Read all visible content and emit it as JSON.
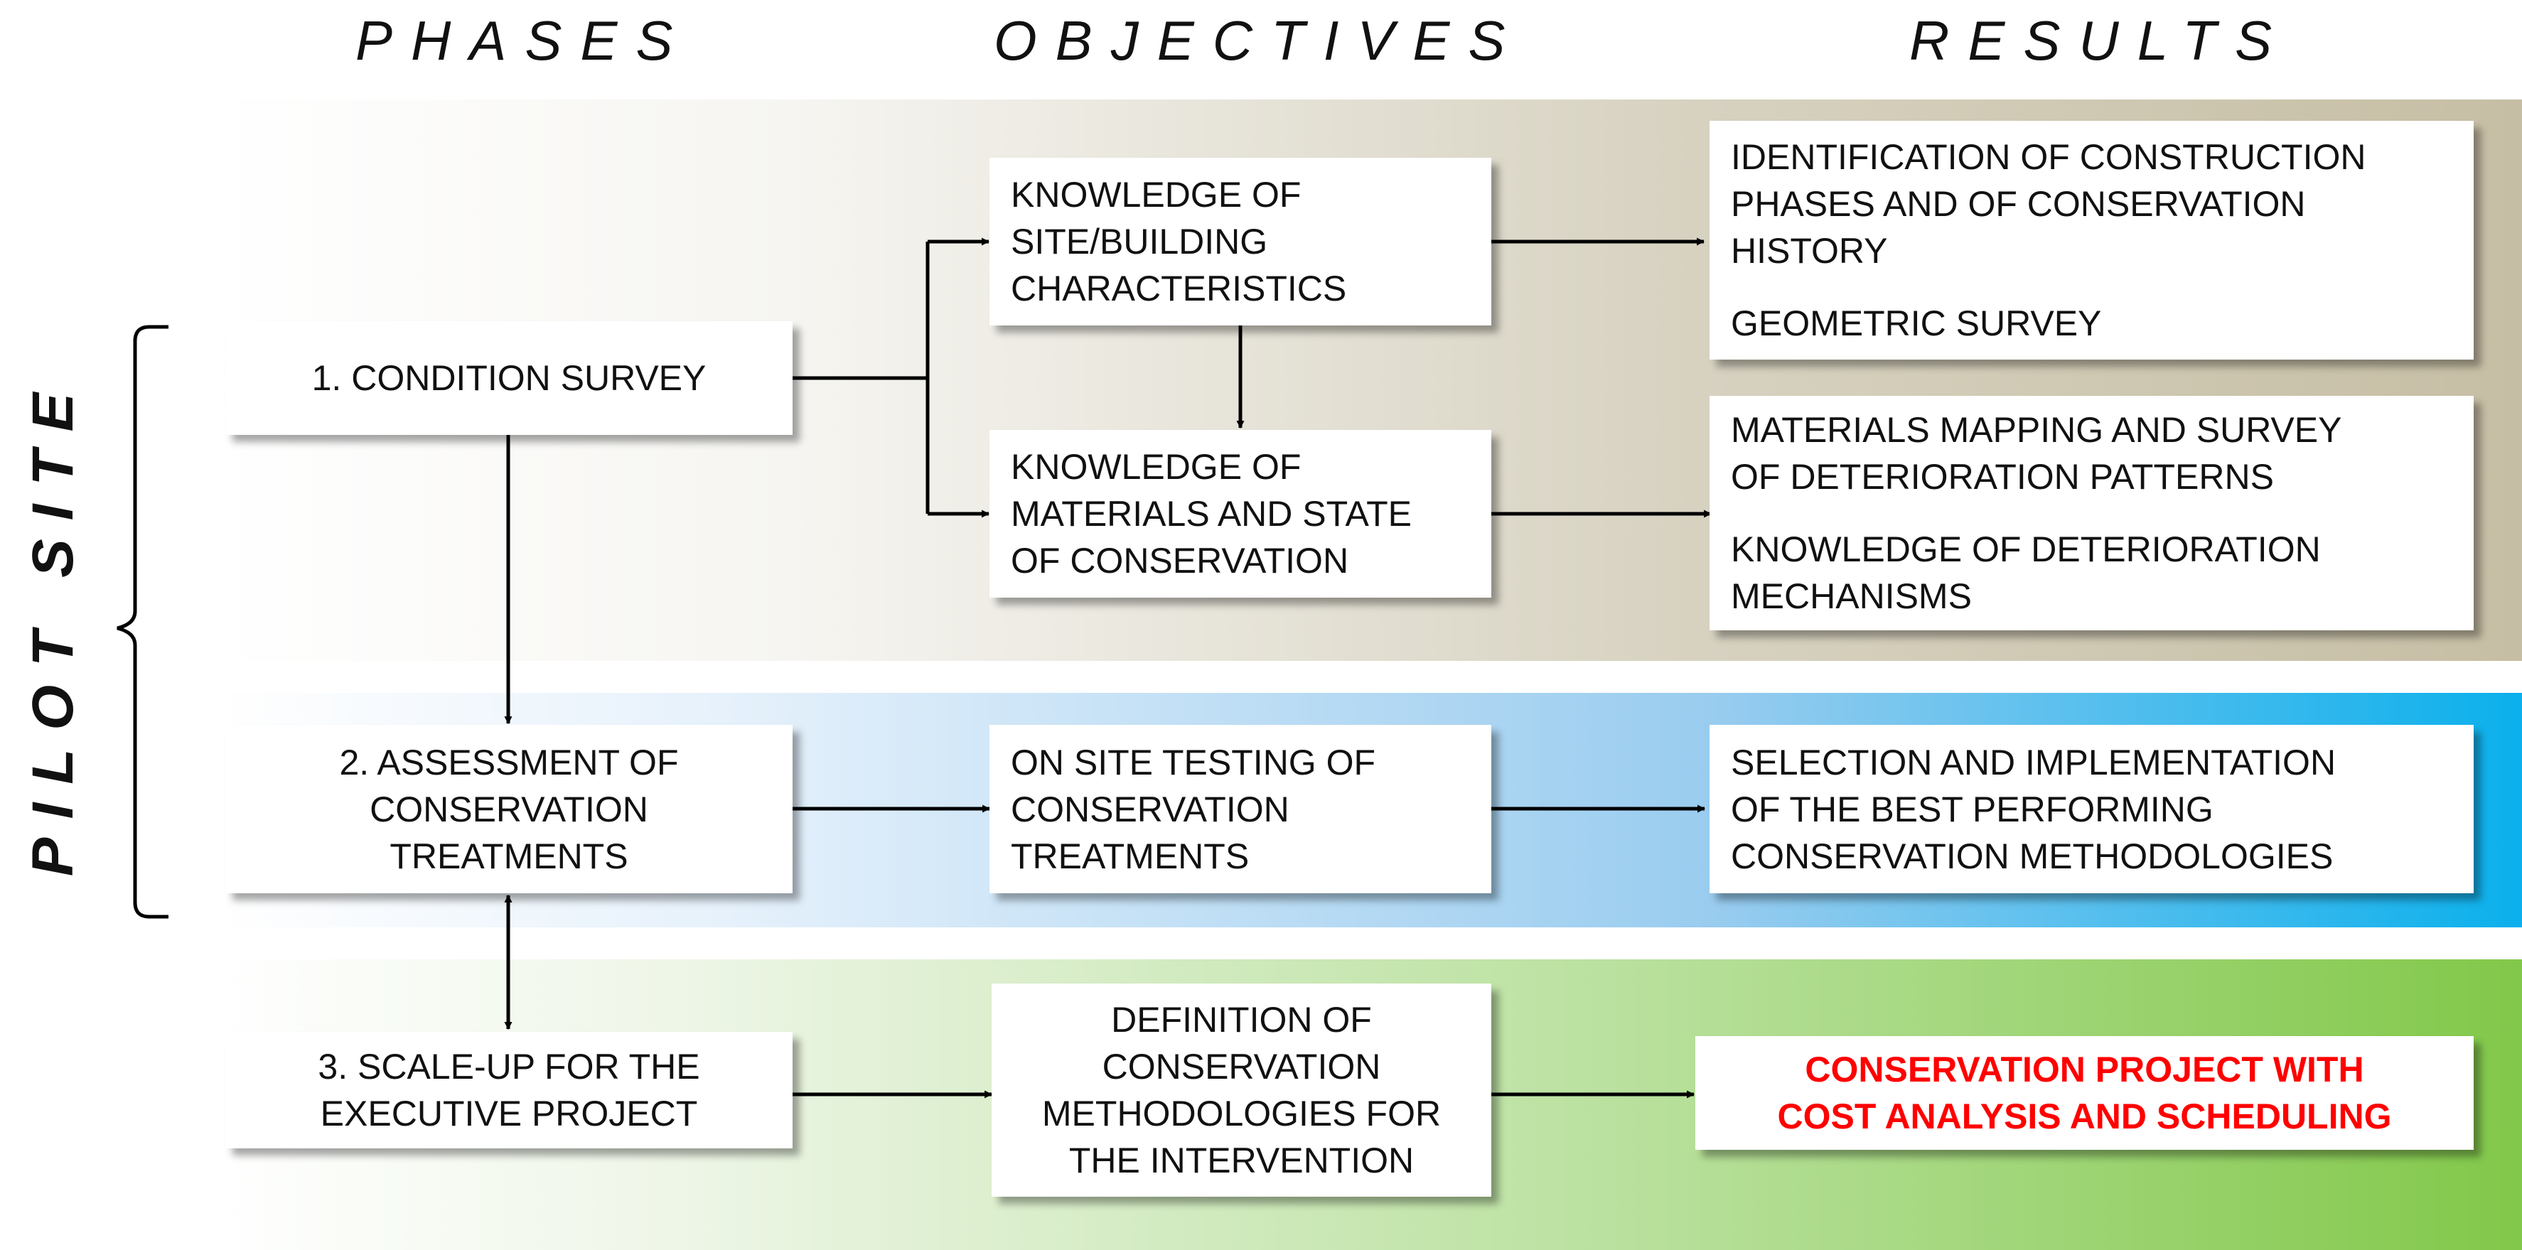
{
  "headers": {
    "phases": "PHASES",
    "objectives": "OBJECTIVES",
    "results": "RESULTS"
  },
  "side_label": "PILOT SITE",
  "phases": [
    {
      "lines": [
        "1. CONDITION SURVEY"
      ]
    },
    {
      "lines": [
        "2. ASSESSMENT OF",
        "CONSERVATION",
        "TREATMENTS"
      ]
    },
    {
      "lines": [
        "3. SCALE-UP FOR THE",
        "EXECUTIVE PROJECT"
      ]
    }
  ],
  "objectives": [
    {
      "lines": [
        "KNOWLEDGE OF",
        "SITE/BUILDING",
        "CHARACTERISTICS"
      ]
    },
    {
      "lines": [
        "KNOWLEDGE OF",
        "MATERIALS AND STATE",
        "OF CONSERVATION"
      ]
    },
    {
      "lines": [
        "ON SITE TESTING OF",
        "CONSERVATION",
        "TREATMENTS"
      ]
    },
    {
      "lines": [
        "DEFINITION OF",
        "CONSERVATION",
        "METHODOLOGIES FOR",
        "THE INTERVENTION"
      ]
    }
  ],
  "results": [
    {
      "paragraphs": [
        [
          "IDENTIFICATION OF CONSTRUCTION",
          "PHASES AND OF CONSERVATION",
          "HISTORY"
        ],
        [
          "GEOMETRIC SURVEY"
        ]
      ]
    },
    {
      "paragraphs": [
        [
          "MATERIALS MAPPING AND SURVEY",
          "OF DETERIORATION PATTERNS"
        ],
        [
          "KNOWLEDGE OF DETERIORATION",
          "MECHANISMS"
        ]
      ]
    },
    {
      "paragraphs": [
        [
          "SELECTION AND IMPLEMENTATION",
          "OF THE BEST PERFORMING",
          "CONSERVATION METHODOLOGIES"
        ]
      ]
    },
    {
      "paragraphs": [
        [
          "CONSERVATION PROJECT WITH",
          "COST ANALYSIS AND SCHEDULING"
        ]
      ]
    }
  ],
  "colors": {
    "highlight_text": "#ff0000",
    "band_1_end": "#c6bea4",
    "band_2_end": "#0bb0ec",
    "band_3_end": "#82c84a"
  }
}
